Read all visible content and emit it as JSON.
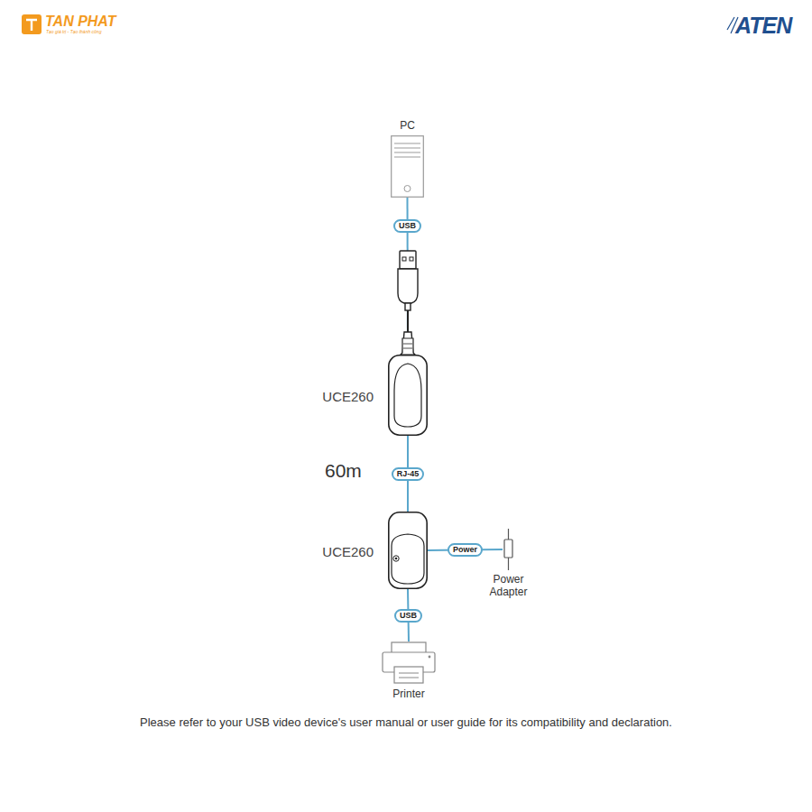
{
  "diagram": {
    "caption": "Please refer to your USB video device's user manual or user guide for its compatibility and declaration.",
    "nodes": [
      {
        "text": [
          "PC"
        ]
      },
      {
        "text": [
          "UCE260"
        ]
      },
      {
        "text": [
          "UCE260"
        ]
      },
      {
        "text": [
          "Power Adapter"
        ]
      },
      {
        "text": [
          "Printer"
        ]
      }
    ],
    "edges": [
      {
        "from": 0,
        "to": 1,
        "label": "USB",
        "arrow": "none"
      },
      {
        "from": 1,
        "to": 2,
        "label": "RJ-45",
        "arrow": "none"
      },
      {
        "from": 2,
        "to": 3,
        "label": "Power",
        "arrow": "none"
      },
      {
        "from": 2,
        "to": 4,
        "label": "USB",
        "arrow": "none"
      }
    ],
    "labels": [
      "60m",
      "TAN PHAT",
      "Tạo giá trị - Tạo thành công",
      "ATEN"
    ]
  }
}
